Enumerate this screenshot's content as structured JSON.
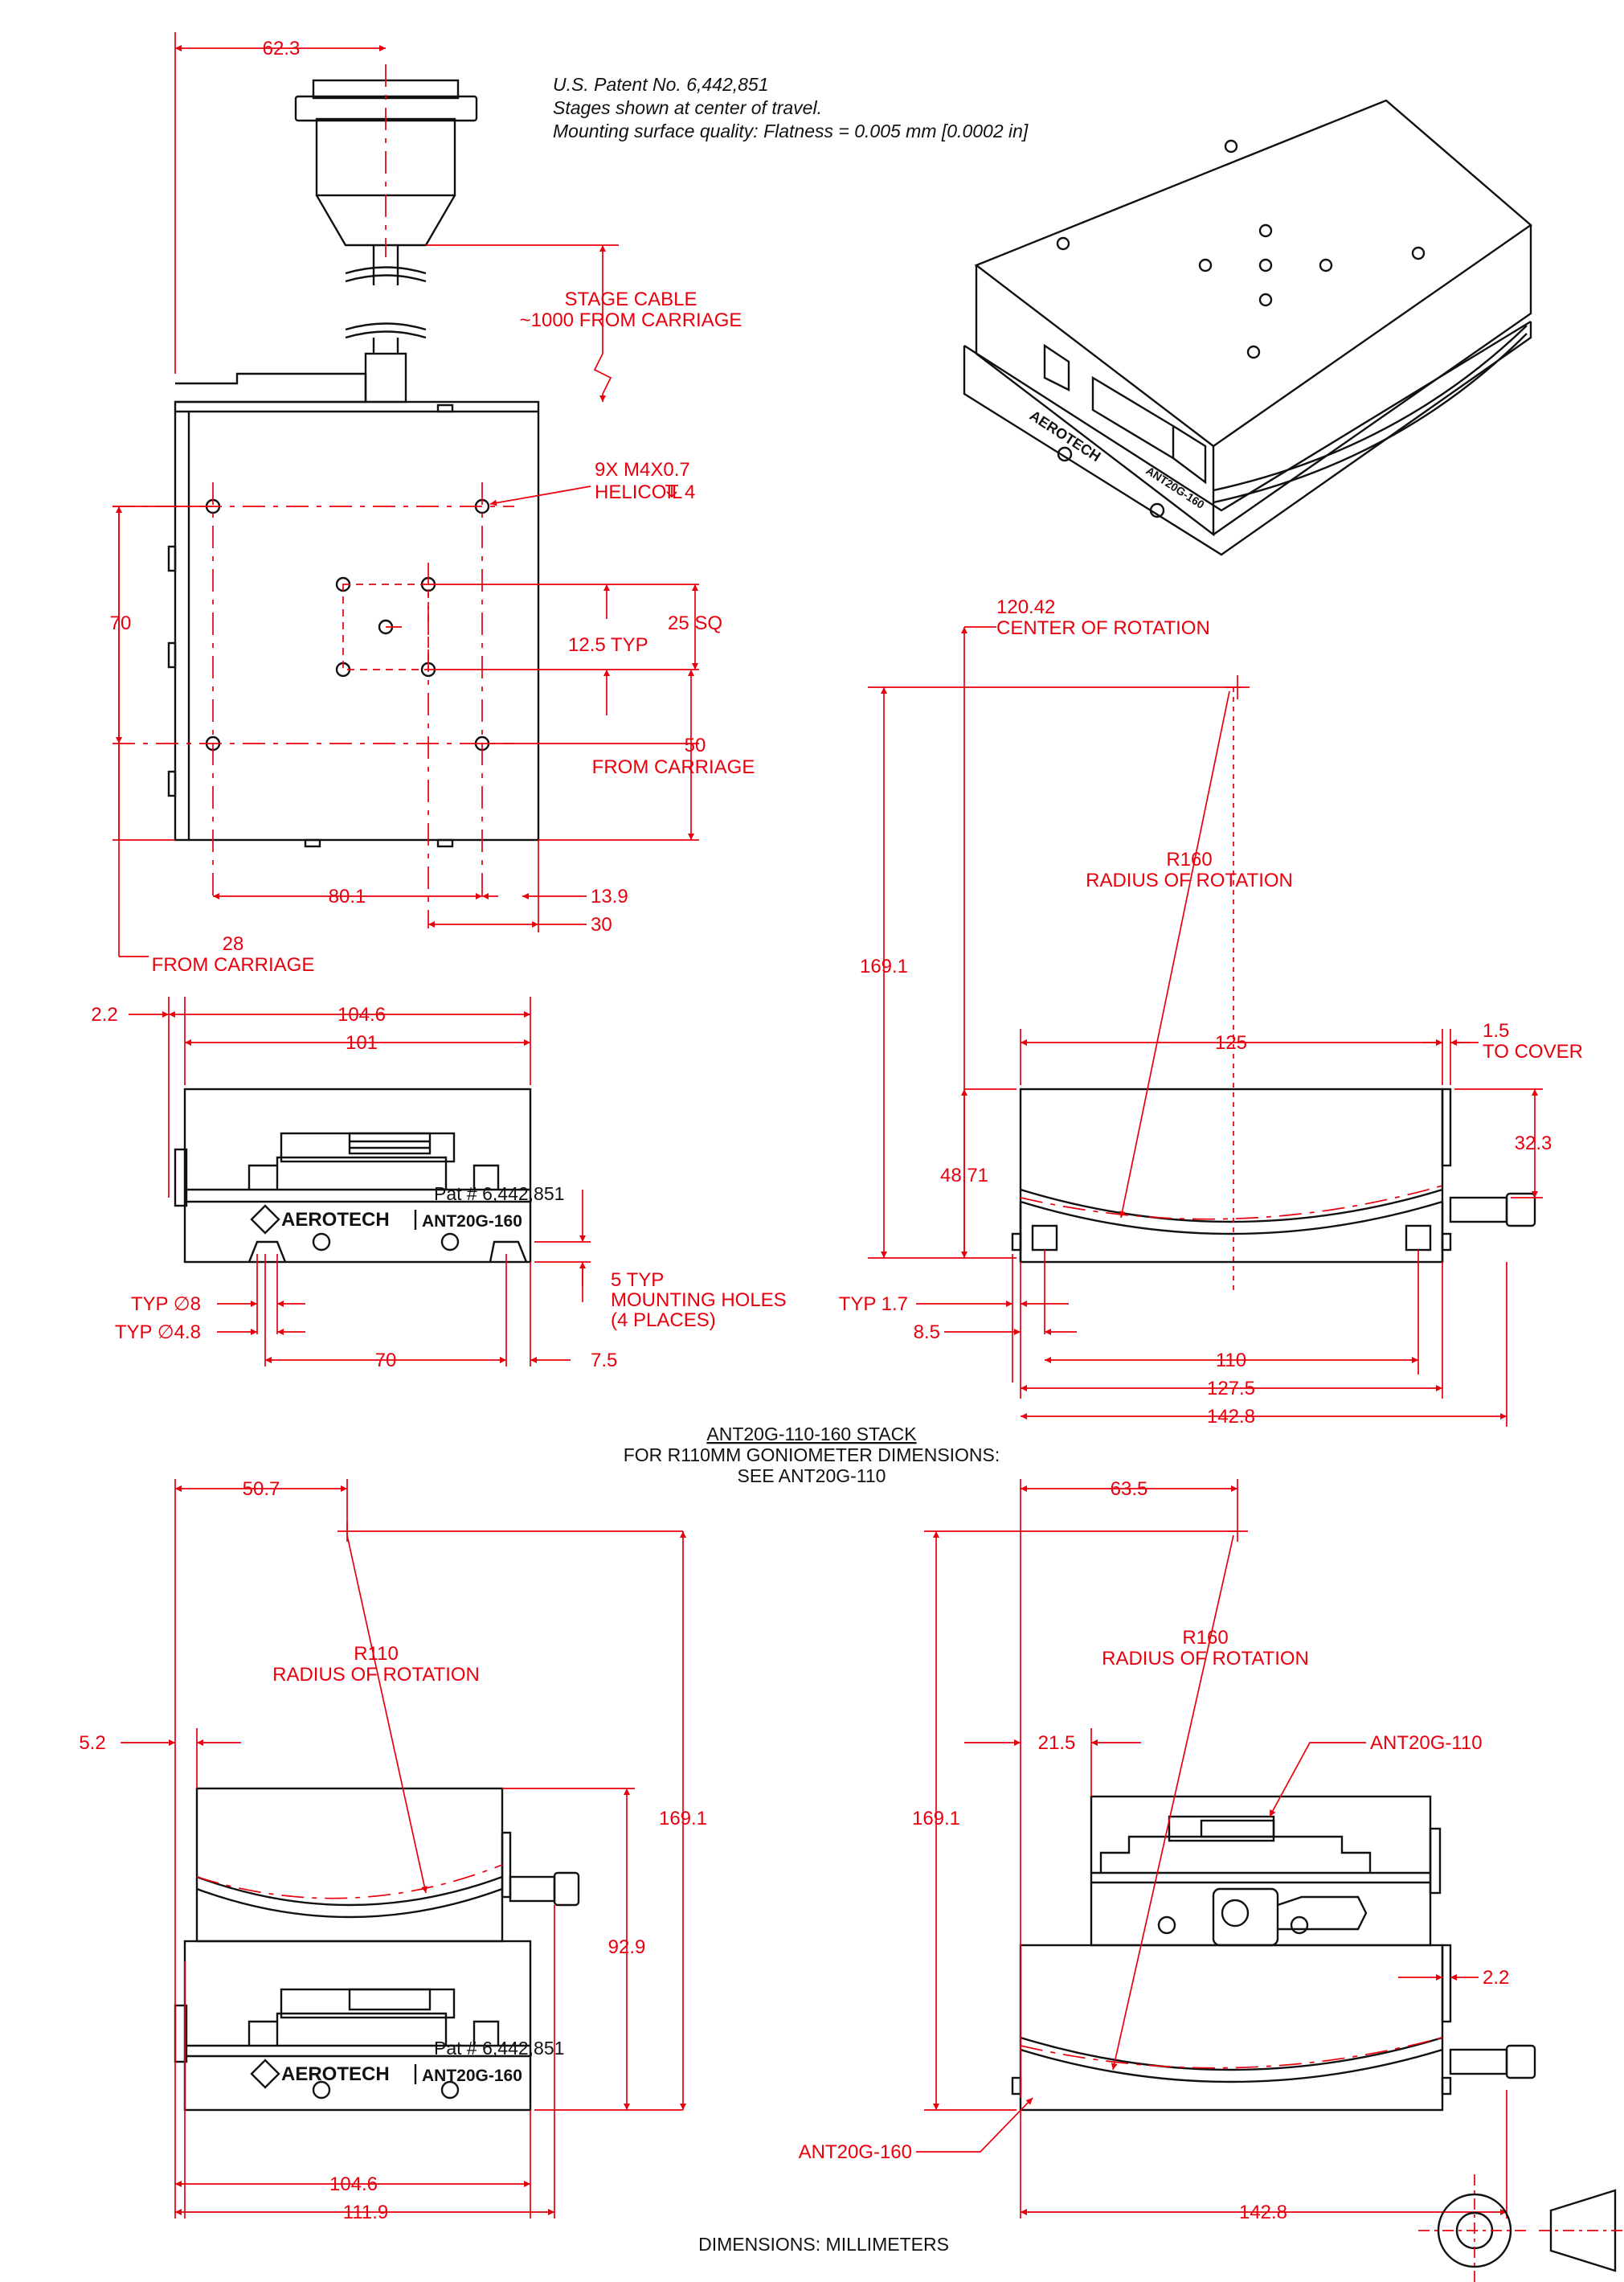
{
  "notes": {
    "patent": "U.S. Patent No. 6,442,851",
    "center": "Stages shown at center of travel.",
    "flatness": "Mounting surface quality: Flatness = 0.005 mm [0.0002 in]"
  },
  "top_view": {
    "d_62_3": "62.3",
    "stage_cable_1": "STAGE CABLE",
    "stage_cable_2": "~1000 FROM CARRIAGE",
    "thread_1": "9X M4X0.7",
    "thread_2": "HELICOIL",
    "thread_depth": "4",
    "d_70": "70",
    "d_25sq": "25 SQ",
    "d_12_5": "12.5 TYP",
    "d_50": "50",
    "d_50b": "FROM CARRIAGE",
    "d_80_1": "80.1",
    "d_13_9": "13.9",
    "d_30": "30",
    "d_28": "28",
    "d_28b": "FROM CARRIAGE"
  },
  "front_view": {
    "d_2_2": "2.2",
    "d_104_6": "104.6",
    "d_101": "101",
    "d_5typ": "5 TYP",
    "d_mount1": "MOUNTING HOLES",
    "d_mount2": "(4 PLACES)",
    "typ_8": "TYP ∅8",
    "typ_4_8": "TYP ∅4.8",
    "d_70": "70",
    "d_7_5": "7.5",
    "brand": "AEROTECH",
    "model": "ANT20G-160",
    "patent_small": "Pat # 6,442,851"
  },
  "side_view": {
    "d_120_42": "120.42",
    "d_cor": "CENTER OF ROTATION",
    "r160": "R160",
    "radius_rot": "RADIUS OF ROTATION",
    "d_169_1": "169.1",
    "d_125": "125",
    "d_1_5": "1.5",
    "to_cover": "TO COVER",
    "d_32_3": "32.3",
    "d_48_71": "48.71",
    "typ_1_7": "TYP 1.7",
    "d_8_5": "8.5",
    "d_110": "110",
    "d_127_5": "127.5",
    "d_142_8": "142.8"
  },
  "stack": {
    "title": "ANT20G-110-160 STACK",
    "sub1": "FOR R110MM GONIOMETER DIMENSIONS:",
    "sub2": "SEE ANT20G-110"
  },
  "stack_left": {
    "d_50_7": "50.7",
    "r110": "R110",
    "radius_rot": "RADIUS OF ROTATION",
    "d_5_2": "5.2",
    "d_169_1": "169.1",
    "d_92_9": "92.9",
    "d_104_6": "104.6",
    "d_111_9": "111.9",
    "brand": "AEROTECH",
    "model": "ANT20G-160",
    "patent_small": "Pat # 6,442,851"
  },
  "stack_right": {
    "d_63_5": "63.5",
    "r160": "R160",
    "radius_rot": "RADIUS OF ROTATION",
    "d_169_1": "169.1",
    "d_21_5": "21.5",
    "ant110": "ANT20G-110",
    "d_2_2": "2.2",
    "ant160": "ANT20G-160",
    "d_142_8": "142.8"
  },
  "iso_view": {
    "brand": "AEROTECH",
    "model": "ANT20G-160"
  },
  "footer": {
    "units": "DIMENSIONS:  MILLIMETERS"
  }
}
